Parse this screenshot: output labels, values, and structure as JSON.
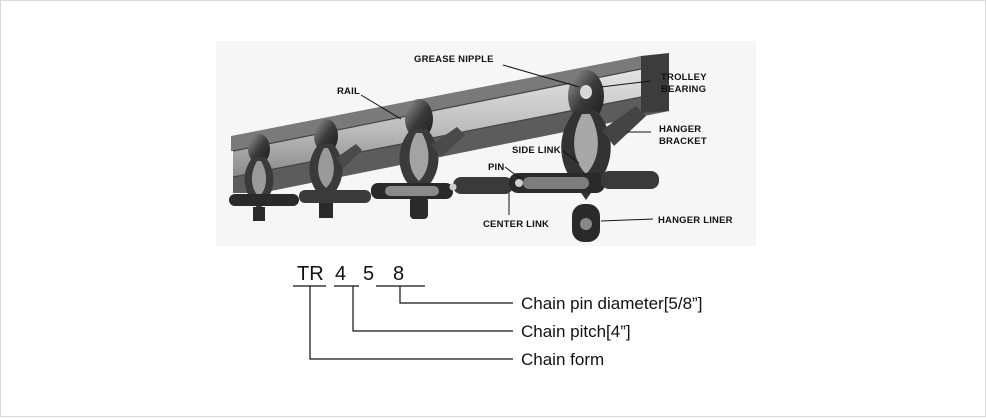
{
  "callouts": {
    "grease_nipple": "GREASE NIPPLE",
    "rail": "RAIL",
    "trolley_line1": "TROLLEY",
    "trolley_line2": "BEARING",
    "hanger_bracket_line1": "HANGER",
    "hanger_bracket_line2": "BRACKET",
    "side_link": "SIDE LINK",
    "pin": "PIN",
    "center_link": "CENTER LINK",
    "hanger_liner": "HANGER LINER"
  },
  "model_code": {
    "form": "TR",
    "pitch": "4",
    "diameter": "5",
    "diameter_tail": "8"
  },
  "legend": {
    "diameter_label": "Chain pin diameter[5/8”]",
    "pitch_label": "Chain pitch[4”]",
    "form_label": "Chain form"
  },
  "colors": {
    "metal_dark": "#2a2a2a",
    "metal_mid": "#6e6e6e",
    "rail_light": "#cfcfcf",
    "line": "#111111"
  }
}
